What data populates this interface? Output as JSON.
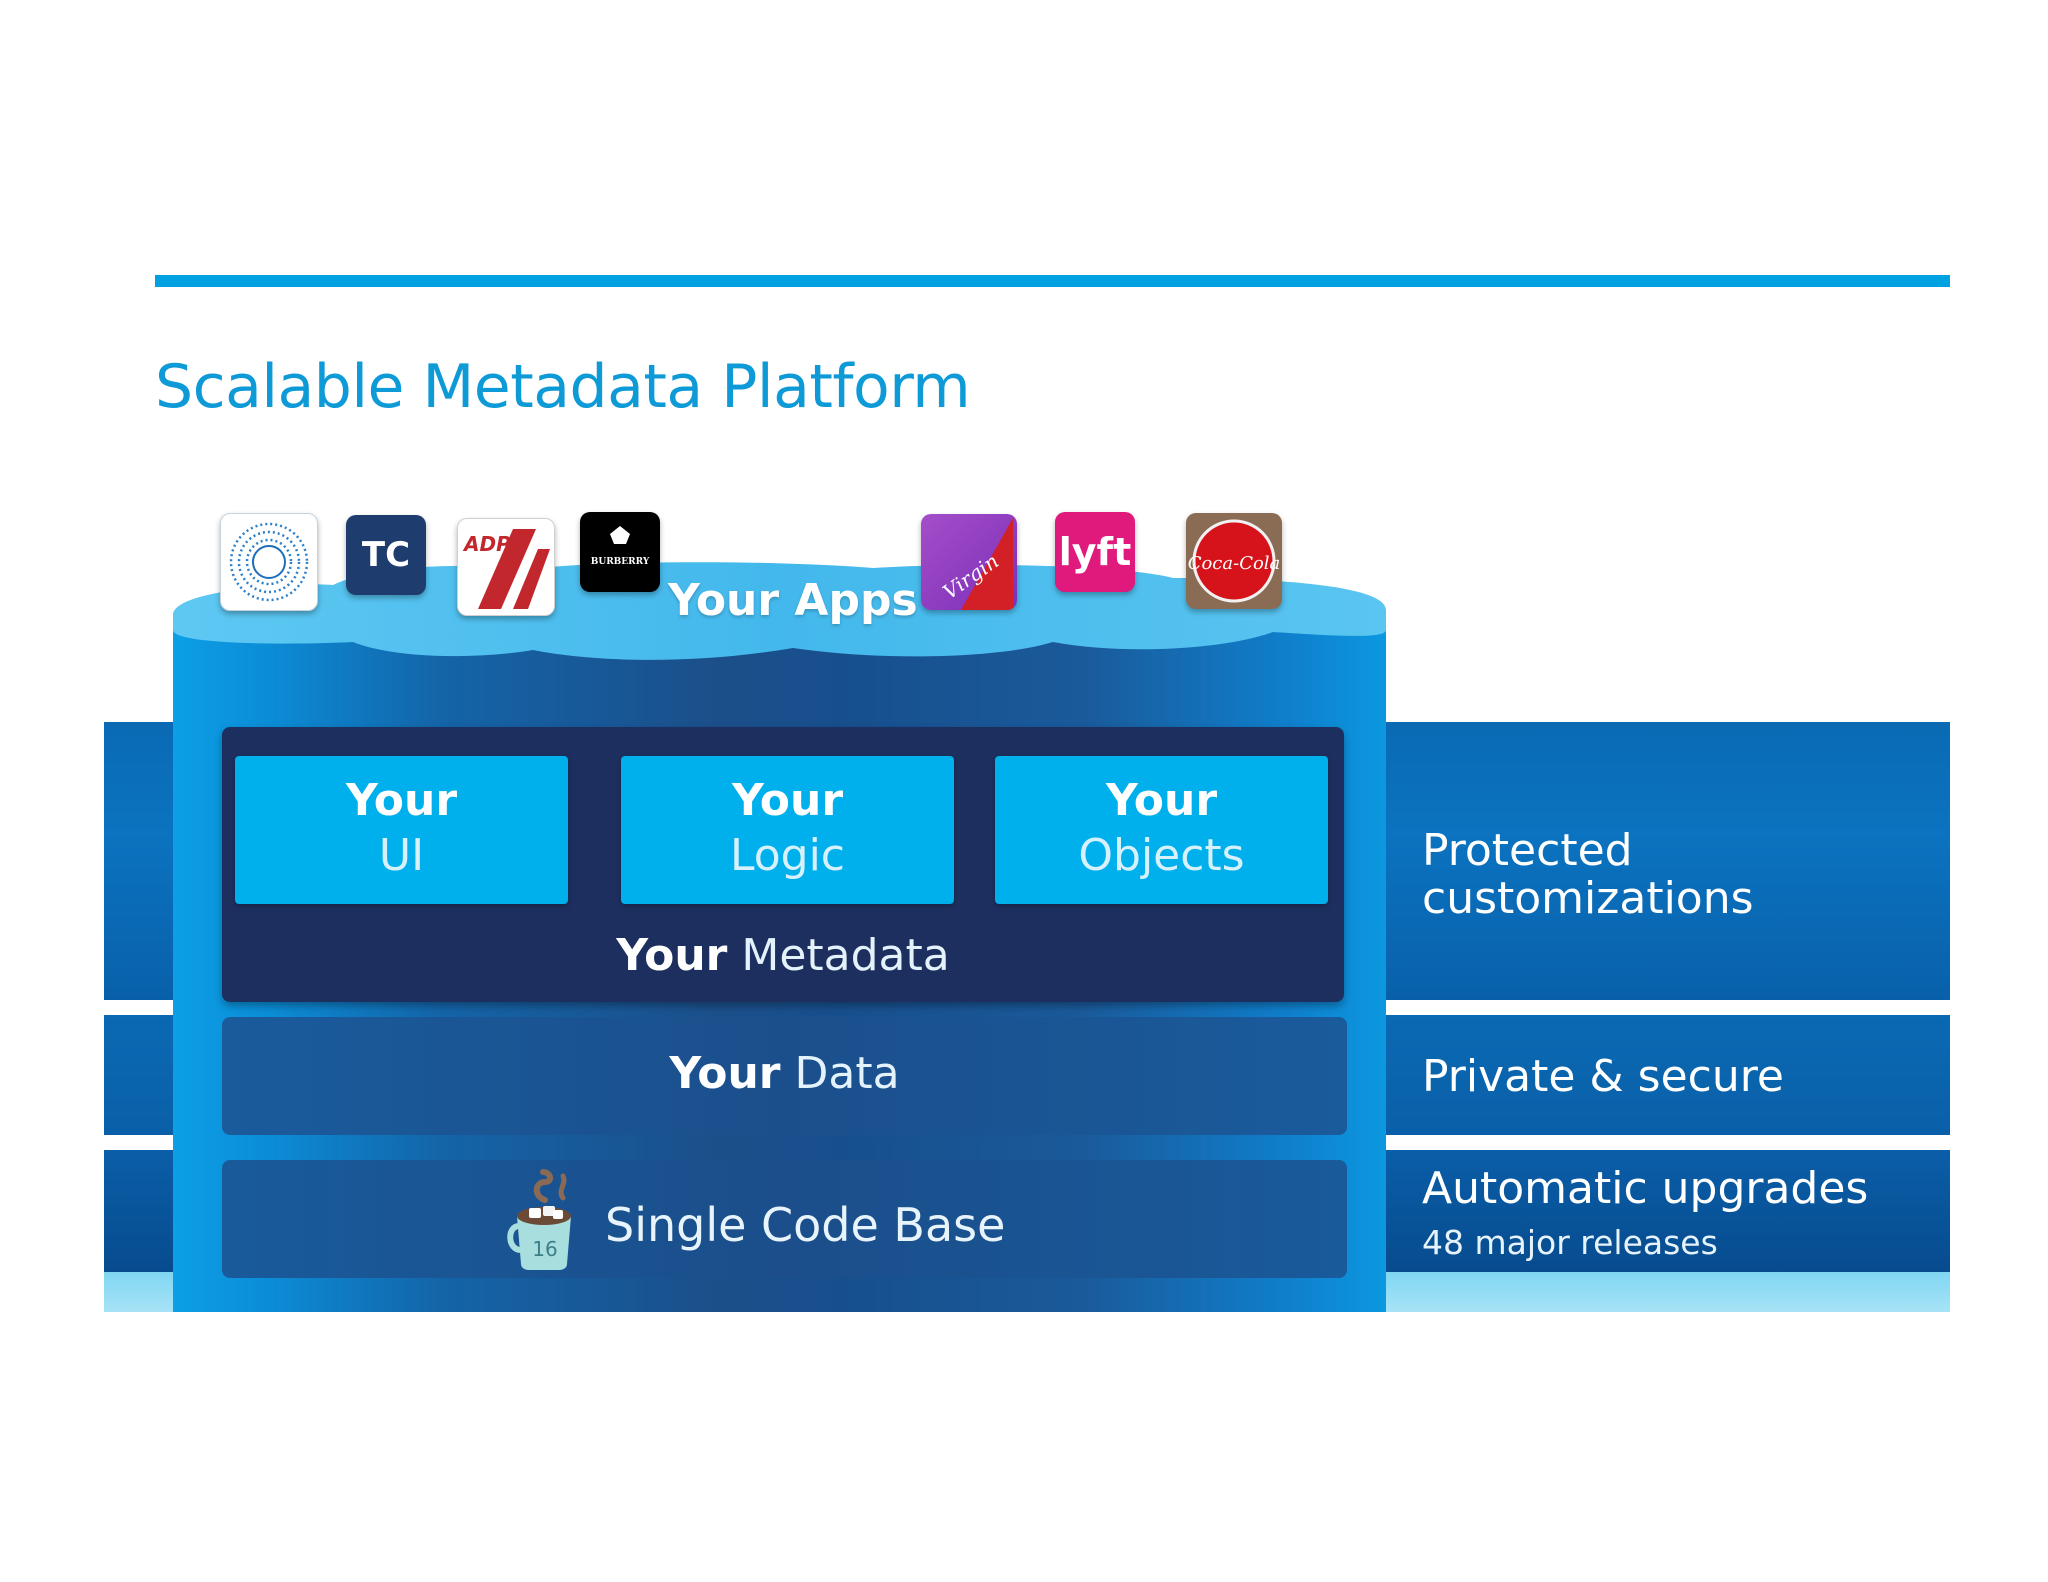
{
  "slide": {
    "title": "Scalable Metadata Platform"
  },
  "apps": {
    "label": "Your Apps",
    "icons": [
      {
        "name": "sunburst-logo-icon"
      },
      {
        "name": "tc-logo-icon",
        "text": "TC"
      },
      {
        "name": "adp-logo-icon",
        "text": "ADP"
      },
      {
        "name": "burberry-logo-icon",
        "text": "BURBERRY"
      },
      {
        "name": "virgin-logo-icon",
        "text": "Virgin"
      },
      {
        "name": "lyft-logo-icon",
        "text": "lyft"
      },
      {
        "name": "coca-cola-logo-icon",
        "text": "Coca-Cola"
      }
    ]
  },
  "metadata": {
    "tiles": [
      {
        "bold": "Your",
        "light": "UI"
      },
      {
        "bold": "Your",
        "light": "Logic"
      },
      {
        "bold": "Your",
        "light": "Objects"
      }
    ],
    "label_bold": "Your",
    "label_light": "Metadata"
  },
  "data_layer": {
    "label_bold": "Your",
    "label_light": "Data"
  },
  "code_layer": {
    "label": "Single Code Base",
    "mug_number": "16"
  },
  "side": {
    "protected_line1": "Protected",
    "protected_line2": "customizations",
    "private": "Private & secure",
    "auto": "Automatic upgrades",
    "releases": "48 major releases"
  },
  "colors": {
    "accent": "#00a1e0",
    "title": "#0e9ad7",
    "tile": "#00b0ec",
    "metadata_panel": "#1c2f5e"
  }
}
